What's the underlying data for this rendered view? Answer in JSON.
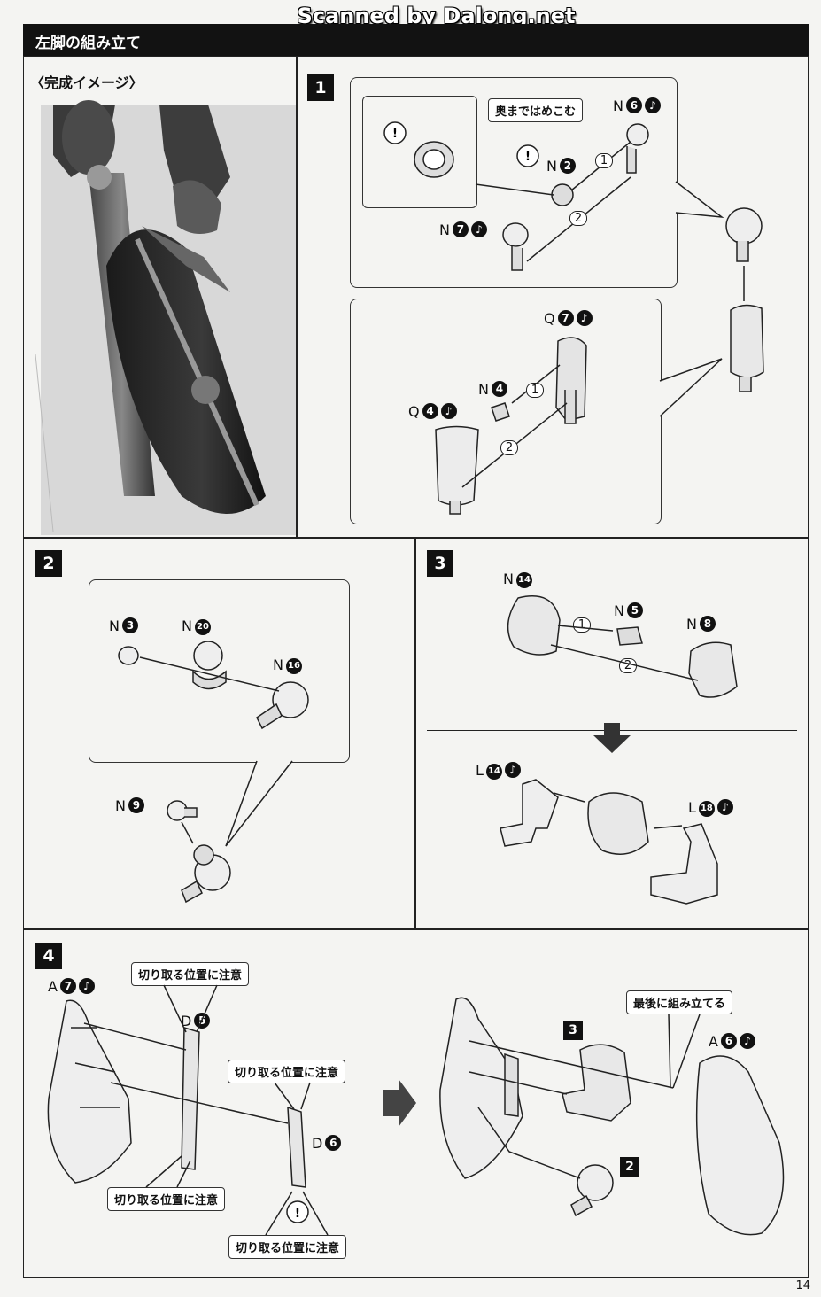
{
  "watermark": "Scanned by Dalong.net",
  "header": {
    "title": "左脚の組み立て"
  },
  "image_panel": {
    "title": "〈完成イメージ〉"
  },
  "steps": {
    "s1": "1",
    "s2": "2",
    "s3": "3",
    "s4": "4"
  },
  "step1": {
    "note": "奥まではめこむ",
    "parts": [
      {
        "letter": "N",
        "num": "6",
        "paint": true
      },
      {
        "letter": "N",
        "num": "2",
        "paint": false
      },
      {
        "letter": "N",
        "num": "7",
        "paint": true
      },
      {
        "letter": "Q",
        "num": "7",
        "paint": true
      },
      {
        "letter": "N",
        "num": "4",
        "paint": false
      },
      {
        "letter": "Q",
        "num": "4",
        "paint": true
      }
    ],
    "seq": [
      "1",
      "2",
      "1",
      "2"
    ]
  },
  "step2": {
    "parts": [
      {
        "letter": "N",
        "num": "3"
      },
      {
        "letter": "N",
        "num": "20"
      },
      {
        "letter": "N",
        "num": "16"
      },
      {
        "letter": "N",
        "num": "9"
      }
    ]
  },
  "step3": {
    "parts": [
      {
        "letter": "N",
        "num": "14",
        "paint": false
      },
      {
        "letter": "N",
        "num": "5",
        "paint": false
      },
      {
        "letter": "N",
        "num": "8",
        "paint": false
      },
      {
        "letter": "L",
        "num": "14",
        "paint": true
      },
      {
        "letter": "L",
        "num": "18",
        "paint": true
      }
    ],
    "seq": [
      "1",
      "2"
    ]
  },
  "step4": {
    "notes": [
      "切り取る位置に注意",
      "切り取る位置に注意",
      "切り取る位置に注意",
      "切り取る位置に注意"
    ],
    "final_note": "最後に組み立てる",
    "parts": [
      {
        "letter": "A",
        "num": "7",
        "paint": true
      },
      {
        "letter": "D",
        "num": "5",
        "paint": false
      },
      {
        "letter": "D",
        "num": "6",
        "paint": false
      },
      {
        "letter": "A",
        "num": "6",
        "paint": true
      }
    ],
    "refs": [
      "3",
      "2"
    ]
  },
  "page_number": "14"
}
